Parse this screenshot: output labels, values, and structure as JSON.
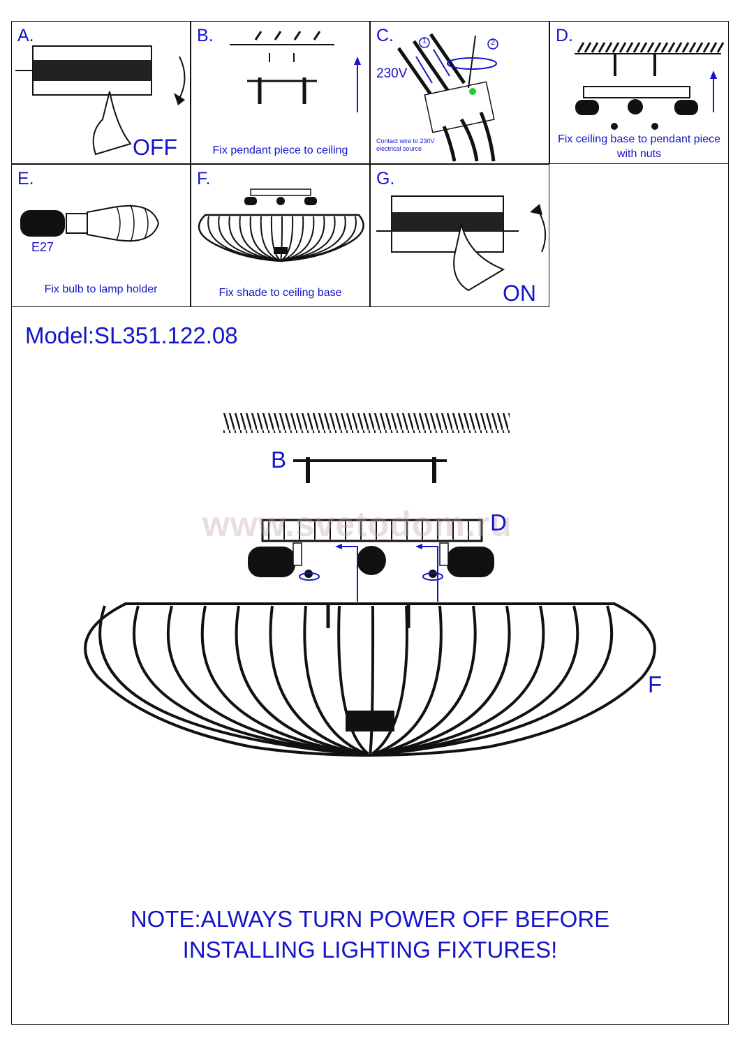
{
  "steps": [
    {
      "label": "A.",
      "caption": "",
      "extra": "OFF"
    },
    {
      "label": "B.",
      "caption": "Fix pendant piece to ceiling"
    },
    {
      "label": "C.",
      "caption": "Contact wire to 230V electrical source",
      "voltage": "230V",
      "num1": "1",
      "num2": "2"
    },
    {
      "label": "D.",
      "caption": "Fix ceiling base to pendant piece with nuts"
    },
    {
      "label": "E.",
      "caption": "Fix bulb to lamp holder",
      "socket": "E27"
    },
    {
      "label": "F.",
      "caption": "Fix shade to ceiling base"
    },
    {
      "label": "G.",
      "caption": "",
      "extra": "ON"
    }
  ],
  "model": "Model:SL351.122.08",
  "diagram": {
    "label_b": "B",
    "label_d": "D",
    "label_f": "F"
  },
  "watermark": "www.svetodom.ru",
  "note": {
    "line1": "NOTE:ALWAYS TURN POWER OFF BEFORE",
    "line2": "INSTALLING LIGHTING FIXTURES!"
  },
  "colors": {
    "accent": "#1414c8",
    "line": "#111111",
    "indicator": "#22cc33"
  }
}
